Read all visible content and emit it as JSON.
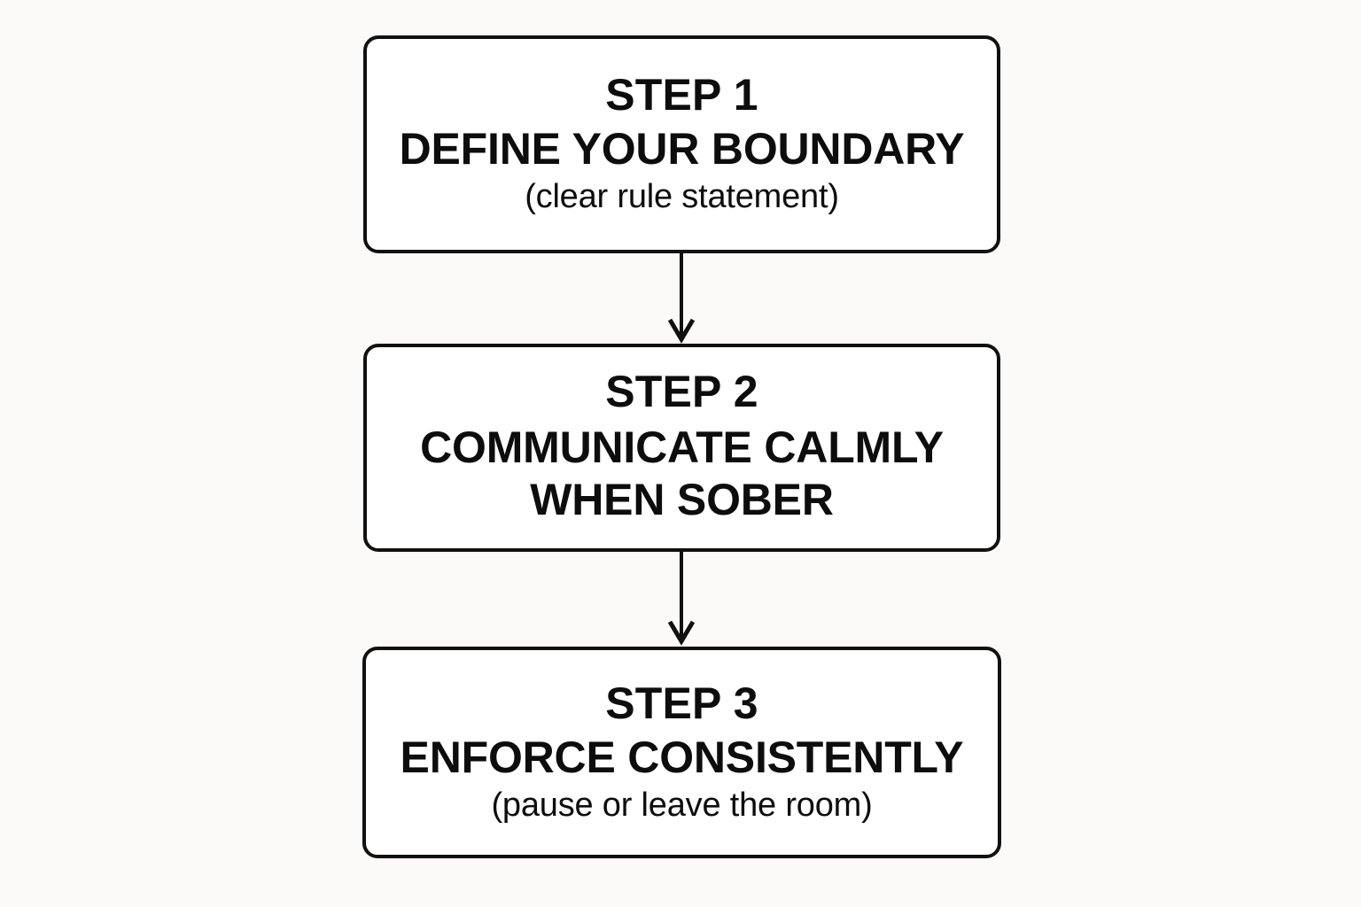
{
  "diagram": {
    "type": "vertical-flowchart",
    "background_color": "#FBFAF9",
    "stroke_color": "#111111",
    "node_fill": "#FFFFFF",
    "text_color": "#0D0D0D",
    "nodes": [
      {
        "id": "step-1",
        "step_label": "STEP 1",
        "title": "DEFINE YOUR BOUNDARY",
        "subtitle": "(clear rule statement)"
      },
      {
        "id": "step-2",
        "step_label": "STEP 2",
        "title": "COMMUNICATE CALMLY\nWHEN SOBER",
        "subtitle": ""
      },
      {
        "id": "step-3",
        "step_label": "STEP 3",
        "title": "ENFORCE CONSISTENTLY",
        "subtitle": "(pause or leave the room)"
      }
    ],
    "connectors": [
      {
        "id": "connector-1-2",
        "from": "step-1",
        "to": "step-2",
        "style": "arrow-down"
      },
      {
        "id": "connector-2-3",
        "from": "step-2",
        "to": "step-3",
        "style": "arrow-down"
      }
    ]
  }
}
